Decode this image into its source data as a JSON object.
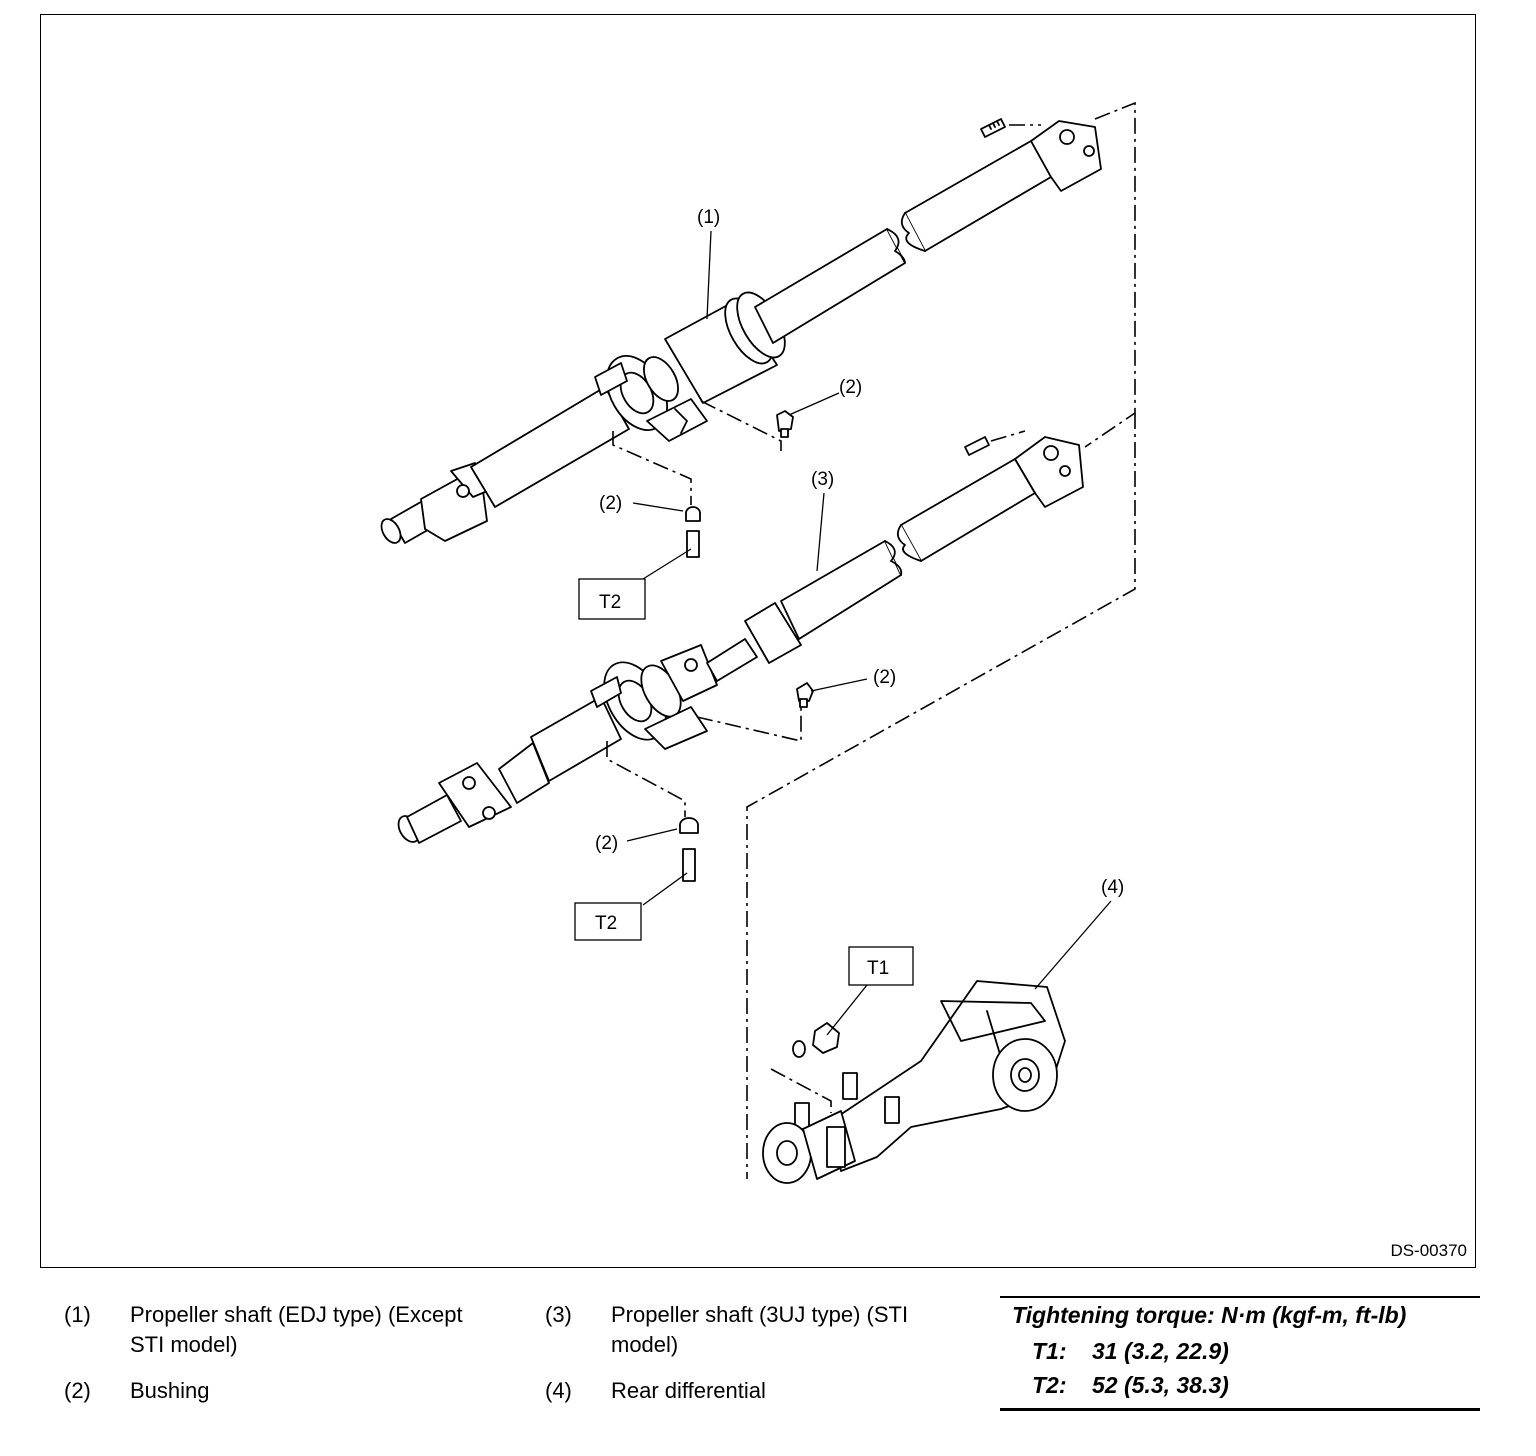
{
  "figure_id": "DS-00370",
  "callouts": {
    "c1": "(1)",
    "c2a": "(2)",
    "c2b": "(2)",
    "c2c": "(2)",
    "c2d": "(2)",
    "c3": "(3)",
    "c4": "(4)",
    "t2a": "T2",
    "t2b": "T2",
    "t1": "T1"
  },
  "legend": [
    {
      "num": "(1)",
      "line1": "Propeller shaft (EDJ type) (Except",
      "line2": "STI model)"
    },
    {
      "num": "(2)",
      "line1": "Bushing",
      "line2": ""
    },
    {
      "num": "(3)",
      "line1": "Propeller shaft (3UJ type) (STI",
      "line2": "model)"
    },
    {
      "num": "(4)",
      "line1": "Rear differential",
      "line2": ""
    }
  ],
  "torque": {
    "heading": "Tightening torque: N·m (kgf-m, ft-lb)",
    "rows": [
      {
        "key": "T1:",
        "value": "31 (3.2, 22.9)"
      },
      {
        "key": "T2:",
        "value": "52 (5.3, 38.3)"
      }
    ]
  }
}
